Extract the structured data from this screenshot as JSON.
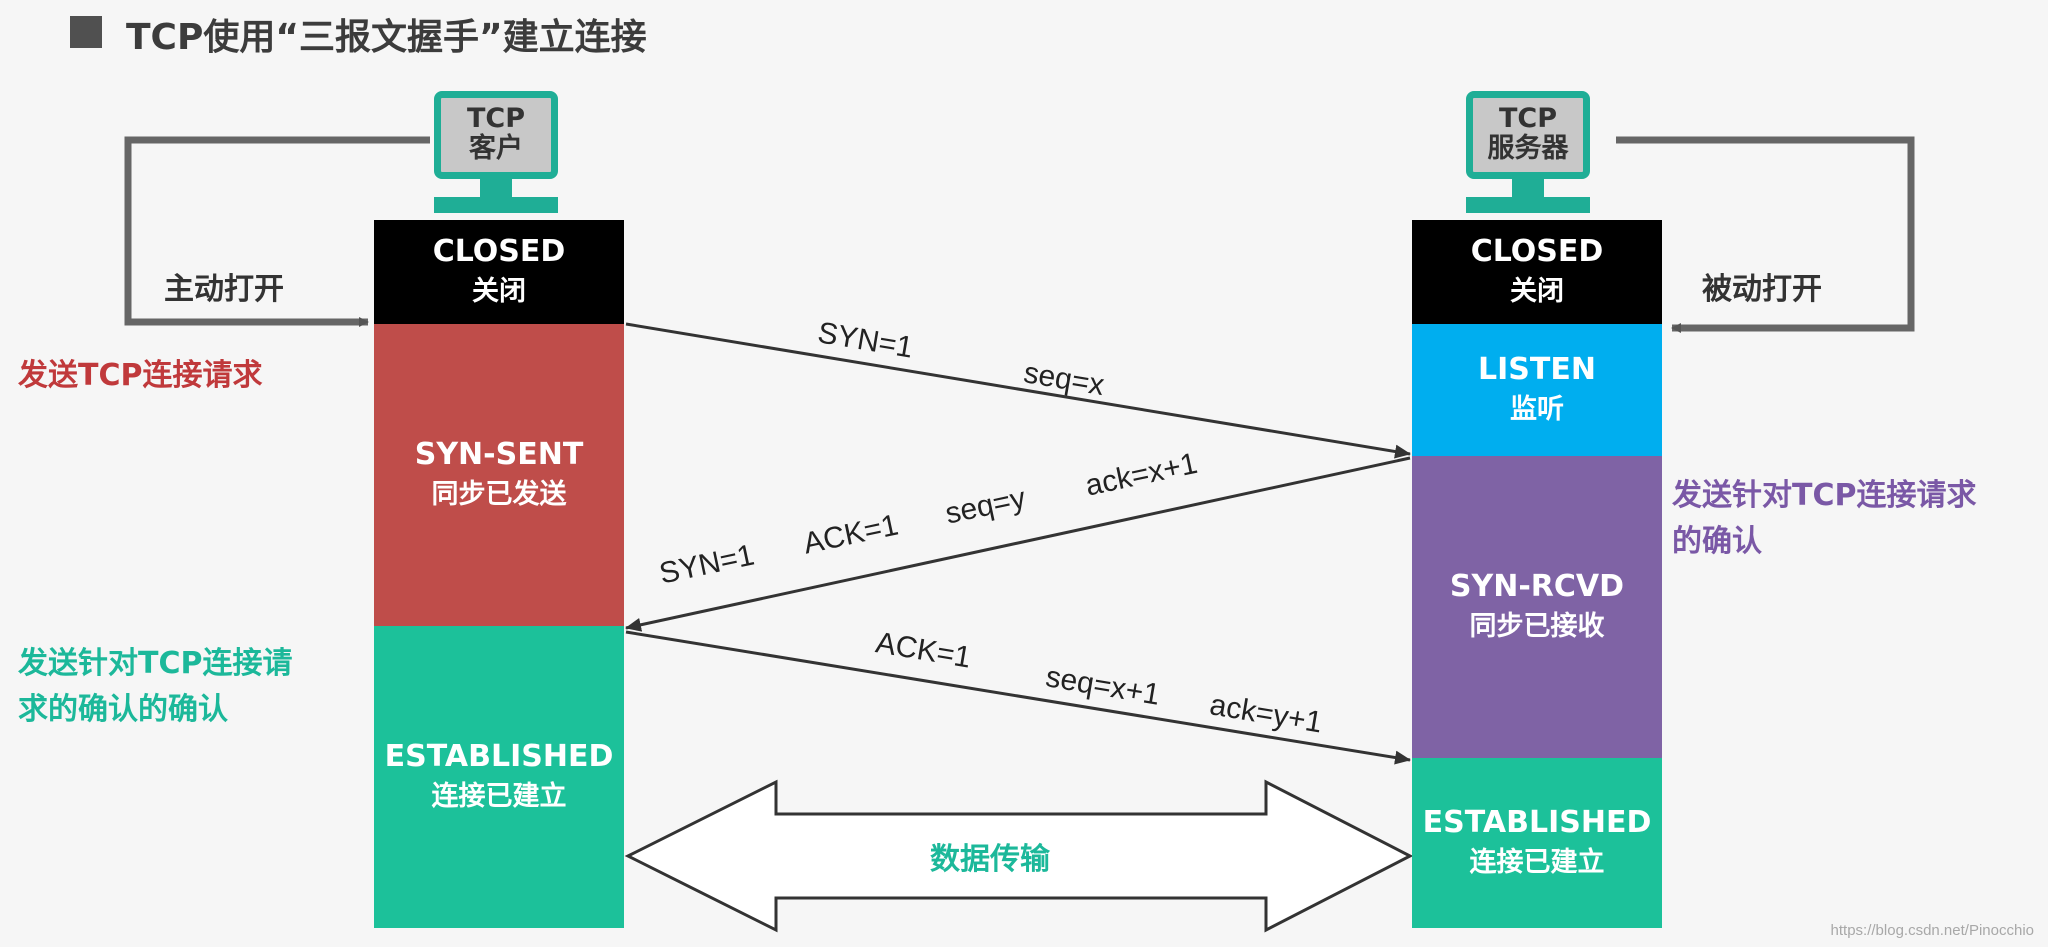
{
  "title": "TCP使用“三报文握手”建立连接",
  "client": {
    "monitor_line1": "TCP",
    "monitor_line2": "客户",
    "closed_en": "CLOSED",
    "closed_zh": "关闭",
    "synsent_en": "SYN-SENT",
    "synsent_zh": "同步已发送",
    "est_en": "ESTABLISHED",
    "est_zh": "连接已建立",
    "open_label": "主动打开",
    "send_request": "发送TCP连接请求",
    "send_ack_line1": "发送针对TCP连接请",
    "send_ack_line2": "求的确认的确认"
  },
  "server": {
    "monitor_line1": "TCP",
    "monitor_line2": "服务器",
    "closed_en": "CLOSED",
    "closed_zh": "关闭",
    "listen_en": "LISTEN",
    "listen_zh": "监听",
    "synrcvd_en": "SYN-RCVD",
    "synrcvd_zh": "同步已接收",
    "est_en": "ESTABLISHED",
    "est_zh": "连接已建立",
    "open_label": "被动打开",
    "send_ack_line1": "发送针对TCP连接请求",
    "send_ack_line2": "的确认"
  },
  "messages": {
    "m1_syn": "SYN=1",
    "m1_seq": "seq=x",
    "m2_syn": "SYN=1",
    "m2_ack": "ACK=1",
    "m2_seq": "seq=y",
    "m2_ackno": "ack=x+1",
    "m3_ack": "ACK=1",
    "m3_seq": "seq=x+1",
    "m3_ackno": "ack=y+1"
  },
  "data_transfer": "数据传输",
  "watermark": "https://blog.csdn.net/Pinocchio",
  "colors": {
    "closed": "#000000",
    "syn_sent": "#bf4d4a",
    "established": "#1cc19a",
    "listen": "#00aeef",
    "syn_rcvd": "#7f63a5",
    "client_label_red": "#c0393b",
    "teal_label": "#1cb89a",
    "purple_label": "#7a58a6",
    "monitor_border": "#1fae96"
  }
}
